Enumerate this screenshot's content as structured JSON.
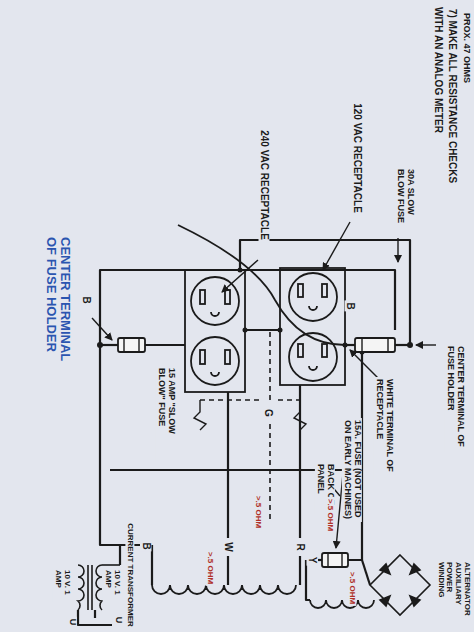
{
  "diagram": {
    "labels": [
      "PROX. 47 OHMS",
      "7) MAKE ALL RESISTANCE CHECKS",
      "WITH AN ANALOG METER",
      "120 VAC RECEPTACLE",
      "240 VAC RECEPTACLE",
      "30A SLOW BLOW FUSE",
      "B",
      "CENTER TERMINAL OF FUSE HOLDER",
      "WHITE TERMINAL OF RECEPTACLE",
      "15A. FUSE (NOT USED ON EARLY MACHINES)",
      "BACK OF PANEL",
      "G",
      "B",
      "CENTER TERMINAL OF FUSE HOLDER",
      "15 AMP \"SLOW BLOW\" FUSE",
      "B",
      "W",
      "R",
      "Y",
      ">.5 OHM",
      ">.5 OHM",
      ">.5 OHM",
      ">.5 OHM",
      "10 V. 1 AMP",
      "10 V. 1 AMP",
      "CURRENT TRANSFORMER",
      "U",
      "U",
      "ALTERNATOR AUXILIARY POWER WINDING"
    ]
  }
}
